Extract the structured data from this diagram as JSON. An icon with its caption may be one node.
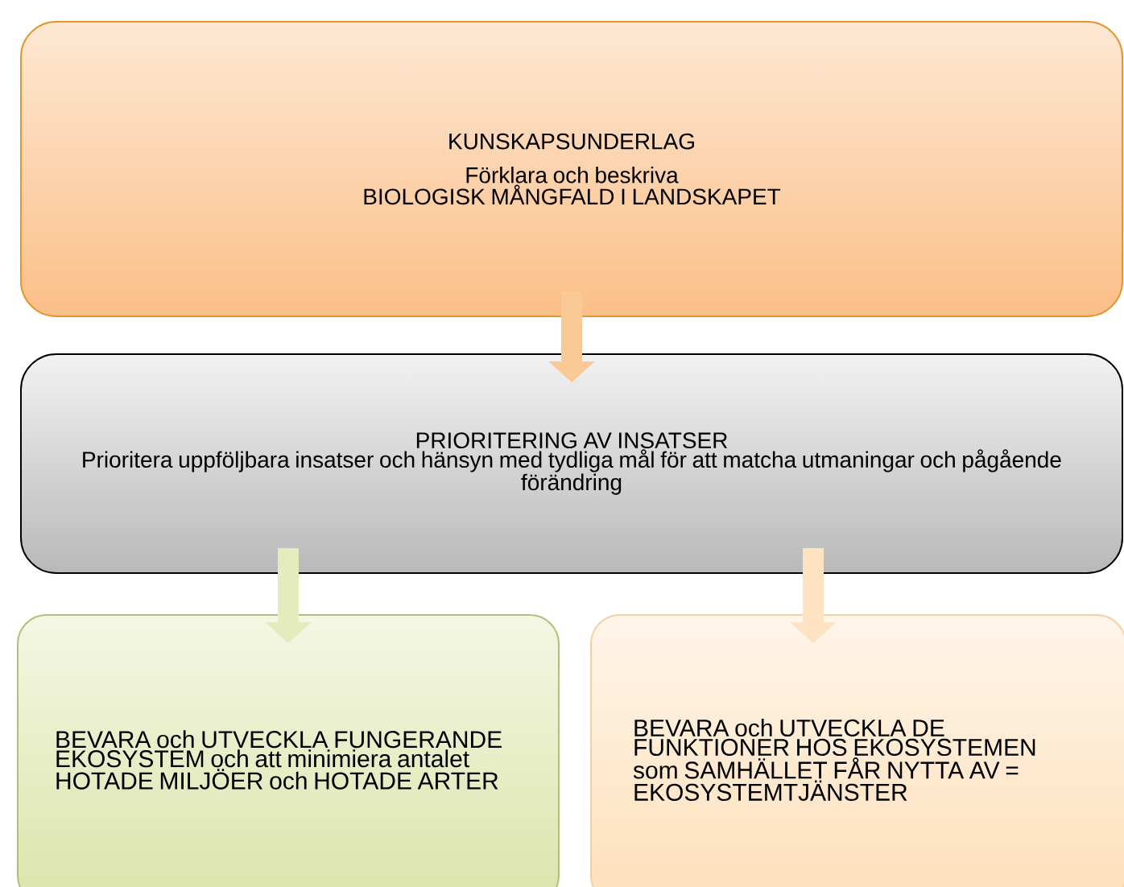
{
  "diagram": {
    "nodes": [
      {
        "text": [
          "KUNSKAPSUNDERLAG",
          "Förklara och beskriva",
          "BIOLOGISK MÅNGFALD I LANDSKAPET"
        ]
      },
      {
        "text": [
          "PRIORITERING AV INSATSER",
          "Prioritera uppföljbara insatser och hänsyn med tydliga mål för att matcha utmaningar och pågående förändring"
        ]
      },
      {
        "text": [
          "BEVARA och UTVECKLA FUNGERANDE EKOSYSTEM och att minimiera antalet HOTADE MILJÖER och HOTADE ARTER"
        ]
      },
      {
        "text": [
          "BEVARA och UTVECKLA DE FUNKTIONER HOS EKOSYSTEMEN som SAMHÄLLET FÅR NYTTA AV = EKOSYSTEMTJÄNSTER"
        ]
      }
    ],
    "edges": [
      {
        "from": 0,
        "to": 1,
        "arrow": "to",
        "color": "#fbc995"
      },
      {
        "from": 1,
        "to": 2,
        "arrow": "to",
        "color": "#e4ebbc"
      },
      {
        "from": 1,
        "to": 3,
        "arrow": "to",
        "color": "#fde3c2"
      }
    ]
  }
}
